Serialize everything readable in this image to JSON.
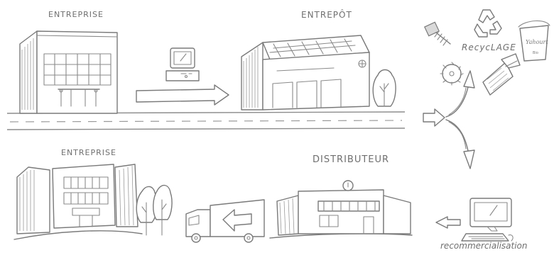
{
  "labels": {
    "entreprise_top": "ENTREPRISE",
    "entrepot": "ENTREPÔT",
    "entreprise_bottom": "ENTREPRISE",
    "distributeur": "DISTRIBUTEUR",
    "recyclage": "RecycLAGE",
    "recommercialisation": "recommercialisation",
    "yogurt_label": "Yahourt",
    "yogurt_bio": "Bio"
  },
  "colors": {
    "ink": "#7a7a7a",
    "background": "#ffffff"
  },
  "icons": [
    "factory-building-icon",
    "computer-terminal-icon",
    "arrow-right-icon",
    "warehouse-icon",
    "tree-icon",
    "road-icon",
    "office-buildings-icon",
    "delivery-truck-icon",
    "shop-building-icon",
    "screw-icon",
    "recycle-symbol-icon",
    "yogurt-cup-icon",
    "saw-blade-icon",
    "grinder-icon",
    "fork-arrow-icon",
    "desktop-computer-icon"
  ]
}
